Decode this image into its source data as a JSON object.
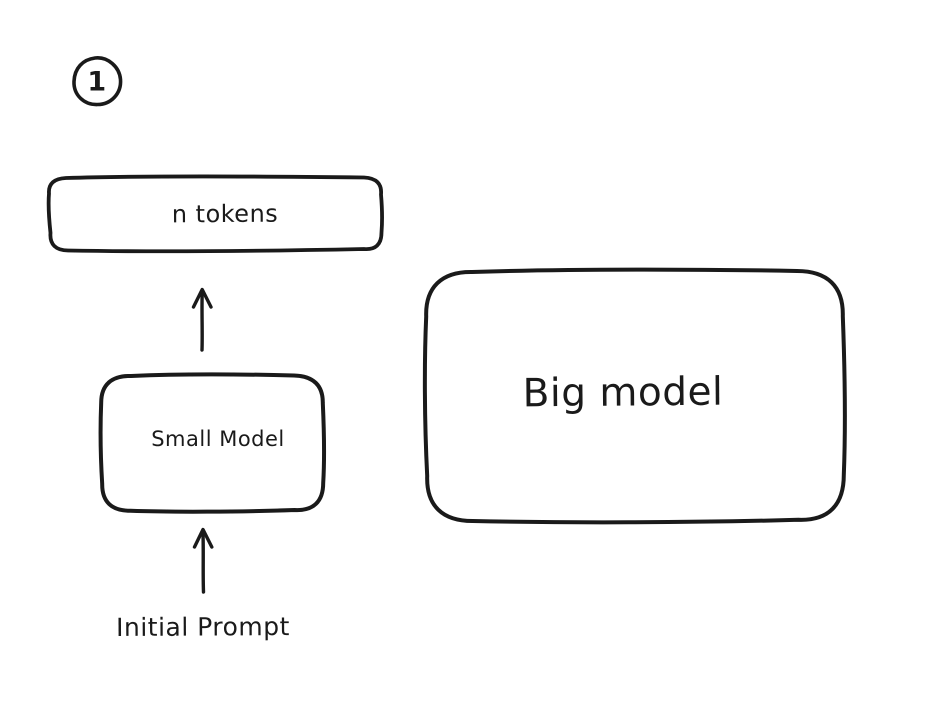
{
  "canvas": {
    "background": "#ffffff",
    "ink": "#1a1a1a",
    "style": "hand-drawn-whiteboard"
  },
  "step_badge": {
    "label": "1"
  },
  "nodes": [
    {
      "id": "n-tokens",
      "label": "n tokens"
    },
    {
      "id": "small-model",
      "label": "Small Model"
    },
    {
      "id": "big-model",
      "label": "Big model"
    }
  ],
  "annotations": [
    {
      "id": "initial-prompt",
      "label": "Initial Prompt"
    }
  ],
  "edges": [
    {
      "from": "initial-prompt",
      "to": "small-model",
      "direction": "up",
      "style": "arrow"
    },
    {
      "from": "small-model",
      "to": "n-tokens",
      "direction": "up",
      "style": "arrow"
    }
  ]
}
